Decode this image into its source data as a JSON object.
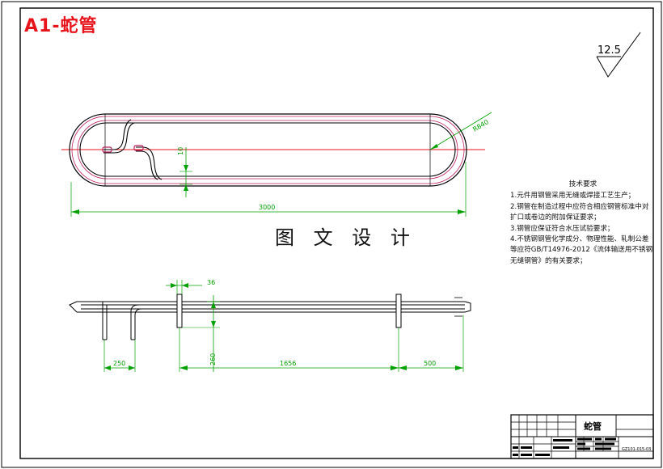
{
  "drawing": {
    "title": "A1-蛇管",
    "watermark": "图 文 设 计",
    "roughness_value": "12.5",
    "top_view": {
      "dim_length": "3000",
      "dim_radius": "R840",
      "dim_offset": "10"
    },
    "side_view": {
      "dim_thickness": "36",
      "dim_height": "260",
      "dim_leg_spacing": "250",
      "dim_support_spacing": "1656",
      "dim_end_offset": "500"
    },
    "notes": {
      "title": "技术要求",
      "items": [
        "1.元件用钢管采用无缝或焊接工艺生产；",
        "2.钢管在制造过程中应符合相应钢管标准中对扩口或卷边的附加保证要求；",
        "3.钢管应保证符合水压试验要求；",
        "4.不锈钢钢管化学成分、物理性能、轧制公差等应符GB/T14976-2012《流体输送用不锈钢无缝钢管》的有关要求；"
      ]
    },
    "title_block": {
      "part_name": "蛇管",
      "drawing_code": "GZ101-015-03"
    }
  },
  "colors": {
    "outline": "#000000",
    "center_line": "#e8141c",
    "dimension": "#00a000",
    "pipe_inner": "#c02060",
    "title": "#e8141c"
  }
}
